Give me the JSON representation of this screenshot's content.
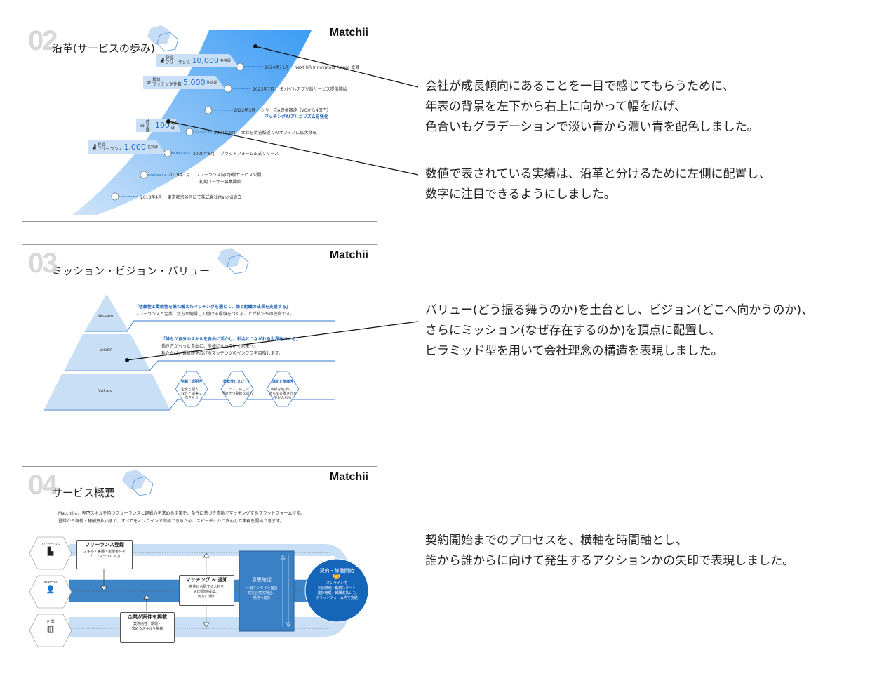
{
  "brand": "Matchii",
  "slides": [
    {
      "number": "02",
      "title": "沿革(サービスの歩み)",
      "stats": [
        {
          "icon": "people-icon",
          "label1": "登録",
          "label2": "フリーランス",
          "value": "10,000",
          "unit": "名突破"
        },
        {
          "icon": "handshake-icon",
          "label1": "累計",
          "label2": "マッチング件数",
          "value": "5,000",
          "unit": "件達成"
        },
        {
          "icon": "building-icon",
          "label1": "登録",
          "label2": "企業",
          "value": "100",
          "unit": "社突破"
        },
        {
          "icon": "people-icon",
          "label1": "登録",
          "label2": "フリーランス",
          "value": "1,000",
          "unit": "名突破"
        }
      ],
      "timeline": [
        {
          "date": "2024年11月",
          "text": "Next HR Innovators Award 受賞",
          "sub": ""
        },
        {
          "date": "2023年7月",
          "text": "モバイルアプリ版サービス提供開始",
          "sub": ""
        },
        {
          "date": "2022年3月",
          "text": "シリーズA資金調達（VCから4億円）",
          "sub": "マッチングAIアルゴリズムを強化"
        },
        {
          "date": "2021年9月",
          "text": "本社を渋谷駅近くのオフィスに拡大移転",
          "sub": ""
        },
        {
          "date": "2020年6月",
          "text": "プラットフォーム正式リリース",
          "sub": ""
        },
        {
          "date": "2019年1月",
          "text": "フリーランス向けβ版サービス公開",
          "sub": "初期ユーザー募集開始"
        },
        {
          "date": "2018年4月",
          "text": "東京都渋谷区にて株式会社Matchii設立",
          "sub": ""
        }
      ]
    },
    {
      "number": "03",
      "title": "ミッション・ビジョン・バリュー",
      "levels": [
        {
          "label": "Mission",
          "quote": "「信頼性と柔軟性を兼ね備えたマッチングを通じて、個と組織の成長を支援する」",
          "lines": [
            "フリーランスと企業、双方が納得して働ける環境をつくることが私たちの使命です。"
          ]
        },
        {
          "label": "Vision",
          "quote": "「誰もが自分のスキルを自由に活かし、社会とつながれる世界をつくる」",
          "lines": [
            "働き方がもっと自由に、多様になっていく未来へ。",
            "私たちは、選択肢を広げるマッチングのインフラを目指します。"
          ]
        },
        {
          "label": "Values",
          "quote": "",
          "lines": []
        }
      ],
      "values": [
        {
          "title": "信頼と透明性",
          "lines": [
            "企業と個人、",
            "双方と誠実に",
            "向き合う"
          ]
        },
        {
          "title": "柔軟性とスピード",
          "lines": [
            "ニーズに応じた",
            "迅速かつ柔軟な対応"
          ]
        },
        {
          "title": "進化と多様性",
          "lines": [
            "革新を追求し、",
            "あらゆる働き方を",
            "受け入れる"
          ]
        }
      ]
    },
    {
      "number": "04",
      "title": "サービス概要",
      "intro": [
        "Matchiiは、専門スキルを持つフリーランスと即戦力を求める企業を、条件に基づき自動でマッチングするプラットフォームです。",
        "登録から稼働・報酬支払いまで、すべてをオンラインで完結できるため、スピーディかつ安心して業務を開始できます。"
      ],
      "actors": [
        "フリーランス",
        "Matchii",
        "企 業"
      ],
      "steps": [
        {
          "title": "フリーランス登録",
          "lines": [
            "スキル・実績・希望条件を",
            "プロフィールに入力"
          ]
        },
        {
          "title": "マッチング & 通知",
          "lines": [
            "条件に合致する人材を",
            "AIが即時提案、",
            "両方に通知"
          ]
        },
        {
          "title": "企業が案件を掲載",
          "lines": [
            "業務内容・期間・",
            "求めるスキルを掲載"
          ]
        },
        {
          "title": "意思確認",
          "lines": [
            "一度オンライン面談",
            "双方合意の場合、",
            "契約へ進む"
          ]
        },
        {
          "title": "契約・稼働開始",
          "lines": [
            "オンラインで",
            "契約締結→業務スタート",
            "進捗管理・報酬支払いも",
            "プラットフォーム内で完結"
          ]
        }
      ]
    }
  ],
  "annotations": [
    {
      "lines": [
        "会社が成長傾向にあることを一目で感じてもらうために、",
        "年表の背景を左下から右上に向かって幅を広げ、",
        "色合いもグラデーションで淡い青から濃い青を配色しました。"
      ]
    },
    {
      "lines": [
        "数値で表されている実績は、沿革と分けるために左側に配置し、",
        "数字に注目できるようにしました。"
      ]
    },
    {
      "lines": [
        "バリュー(どう振る舞うのか)を土台とし、ビジョン(どこへ向かうのか)、",
        "さらにミッション(なぜ存在するのか)を頂点に配置し、",
        "ピラミッド型を用いて会社理念の構造を表現しました。"
      ]
    },
    {
      "lines": [
        "契約開始までのプロセスを、横軸を時間軸とし、",
        "誰から誰からに向けて発生するアクションかの矢印で表現しました。"
      ]
    }
  ],
  "colors": {
    "accent": "#1a6fd0",
    "light": "#c9dff5",
    "band_dark": "#3d85c6",
    "circle": "#1565b8"
  }
}
